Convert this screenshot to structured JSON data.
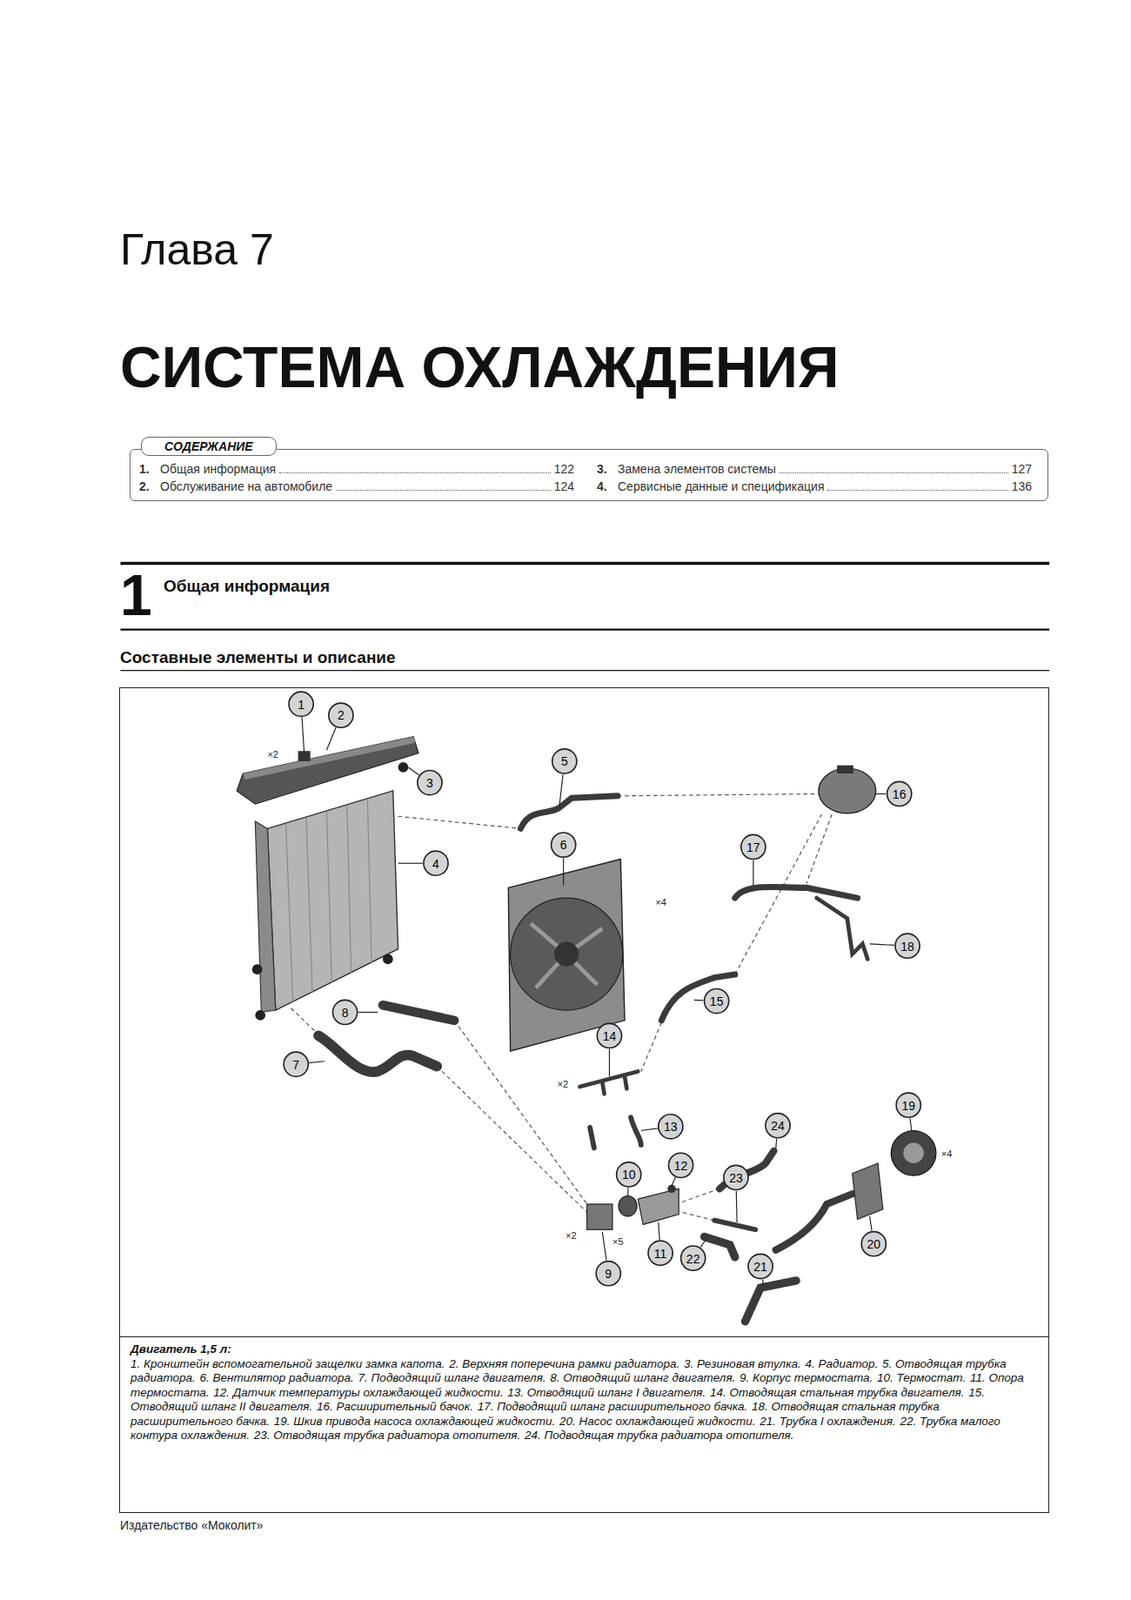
{
  "diagram": {
    "title": "СИСТЕМА ОХЛАЖДЕНИЯ",
    "nodes": [
      {
        "text": [
          "СОДЕРЖАНИЕ",
          "1.",
          "Общая информация",
          "122",
          "2.",
          "Обслуживание на автомобиле",
          "124",
          "3.",
          "Замена элементов системы",
          "127",
          "4.",
          "Сервисные данные и спецификация",
          "136"
        ]
      },
      {
        "text": [
          "Двигатель 1,5 л:",
          "1. Кронштейн вспомогательной защелки замка капота.",
          "2. Верхняя поперечина рамки радиатора.",
          "3. Резиновая втулка.",
          "4. Радиатор.",
          "5. Отводящая трубка радиатора.",
          "6. Вентилятор радиатора.",
          "7. Подводящий шланг двигателя.",
          "8. Отводящий шланг двигателя.",
          "9. Корпус термостата.",
          "10. Термостат.",
          "11. Опора термостата.",
          "12. Датчик температуры охлаждающей жидкости.",
          "13. Отводящий шланг I двигателя.",
          "14. Отводящая стальная трубка двигателя.",
          "15. Отводящий шланг II двигателя.",
          "16. Расширительный бачок.",
          "17. Подводящий шланг расширительного бачка.",
          "18. Отводящая стальная трубка расширительного бачка.",
          "19. Шкив привода насоса охлаждающей жидкости.",
          "20. Насос охлаждающей жидкости.",
          "21. Трубка I охлаждения.",
          "22. Трубка малого контура охлаждения.",
          "23. Отводящая трубка радиатора отопителя.",
          "24. Подводящая трубка радиатора отопителя."
        ]
      }
    ],
    "labels": [
      "Глава 7",
      "1",
      "Общая информация",
      "Составные элементы и описание",
      "1",
      "2",
      "3",
      "4",
      "5",
      "6",
      "7",
      "8",
      "9",
      "10",
      "11",
      "12",
      "13",
      "14",
      "15",
      "16",
      "17",
      "18",
      "19",
      "20",
      "21",
      "22",
      "23",
      "24",
      "×2",
      "×4",
      "×2",
      "×2",
      "×5",
      "×4",
      "Издательство «Моколит»"
    ]
  }
}
